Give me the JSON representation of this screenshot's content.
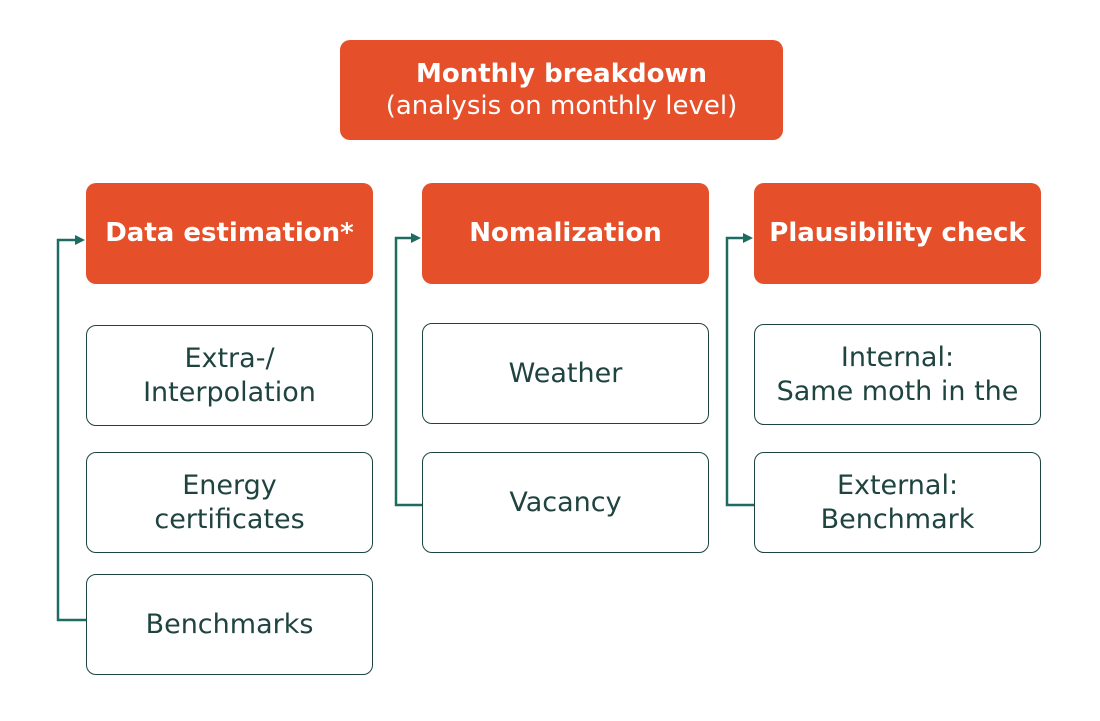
{
  "colors": {
    "accent": "#e5502b",
    "dark": "#1f4440",
    "connector": "#1d6b61"
  },
  "top": {
    "title": "Monthly breakdown",
    "subtitle": "(analysis on monthly level)"
  },
  "columns": [
    {
      "header": "Data estimation*",
      "items": [
        {
          "lines": [
            "Extra-/",
            "Interpolation"
          ]
        },
        {
          "lines": [
            "Energy",
            "certificates"
          ]
        },
        {
          "lines": [
            "Benchmarks"
          ]
        }
      ]
    },
    {
      "header": "Nomalization",
      "items": [
        {
          "lines": [
            "Weather"
          ]
        },
        {
          "lines": [
            "Vacancy"
          ]
        }
      ]
    },
    {
      "header": "Plausibility check",
      "items": [
        {
          "lines": [
            "Internal:",
            "Same moth in the"
          ]
        },
        {
          "lines": [
            "External:",
            "Benchmark"
          ]
        }
      ]
    }
  ]
}
